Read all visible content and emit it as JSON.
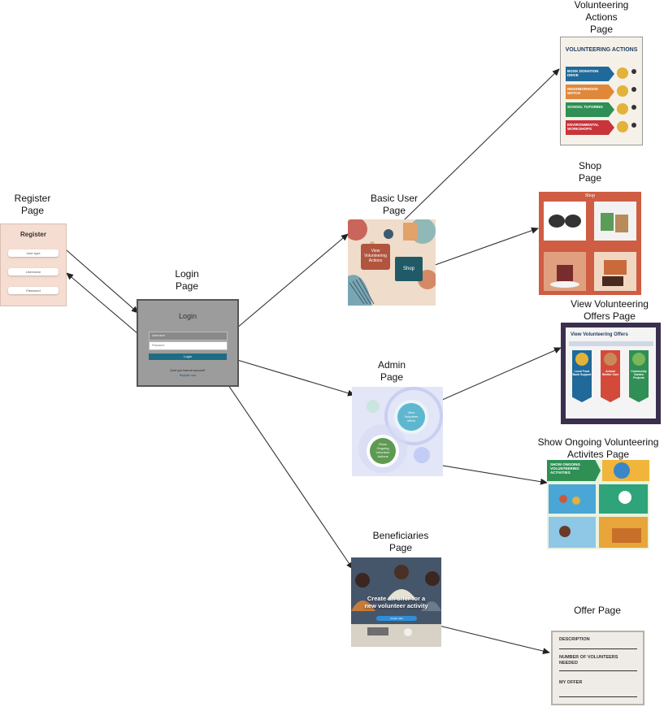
{
  "nodes": {
    "register": {
      "label": "Register\nPage",
      "title": "Register",
      "fields": [
        "User type",
        "Username",
        "Password"
      ]
    },
    "login": {
      "label": "Login\nPage",
      "title": "Login",
      "username_placeholder": "Username",
      "password_placeholder": "Password",
      "button": "Login",
      "prompt": "Don't you have an account?",
      "register_link": "Register now"
    },
    "basic_user": {
      "label": "Basic User\nPage",
      "btn_actions": "View\nVolunteering\nActions",
      "btn_shop": "Shop"
    },
    "admin": {
      "label": "Admin\nPage",
      "btn_offers": "View\nVolunteer\noffers",
      "btn_ongoing": "Show\nOngoing\nVolunteer\nActions"
    },
    "beneficiaries": {
      "label": "Beneficiaries\nPage",
      "headline": "Create an offer for a\nnew volunteer activity",
      "button": "Create offer"
    },
    "volunteering_actions": {
      "label": "Volunteering\nActions\nPage",
      "title": "VOLUNTEERING ACTIONS",
      "rows": [
        "BOOK DONATION DRIVE",
        "NEIGHBORHOOD WATCH",
        "SCHOOL TUTORING",
        "ENVIRONMENTAL WORKSHOPS"
      ]
    },
    "shop": {
      "label": "Shop\nPage",
      "title": "Shop"
    },
    "view_offers": {
      "label": "View Volunteering\nOffers Page",
      "title": "View Volunteering Offers",
      "ribbons": [
        "Local Food Bank Support",
        "Animal Shelter Care",
        "Community Garden Projects"
      ]
    },
    "ongoing": {
      "label": "Show Ongoing Volunteering\nActivites Page",
      "title": "SHOW ONGOING VOLUNTEERING ACTIVITIES"
    },
    "offer": {
      "label": "Offer Page",
      "fields": [
        "DESCRIPTION",
        "NUMBER OF VOLUNTEERS NEEDED",
        "MY OFFER"
      ]
    }
  },
  "colors": {
    "arrow": "#333333",
    "login_bg": "#9a9a9a",
    "login_btn": "#1f6d84",
    "register_bg": "#f4d9cf",
    "basic_user_bg": "#e7d3c2",
    "admin_bg": "#dfe3f5",
    "shop_bg": "#cf5d43",
    "offers_frame": "#3a2f4d",
    "offer_bg": "#efece7"
  }
}
